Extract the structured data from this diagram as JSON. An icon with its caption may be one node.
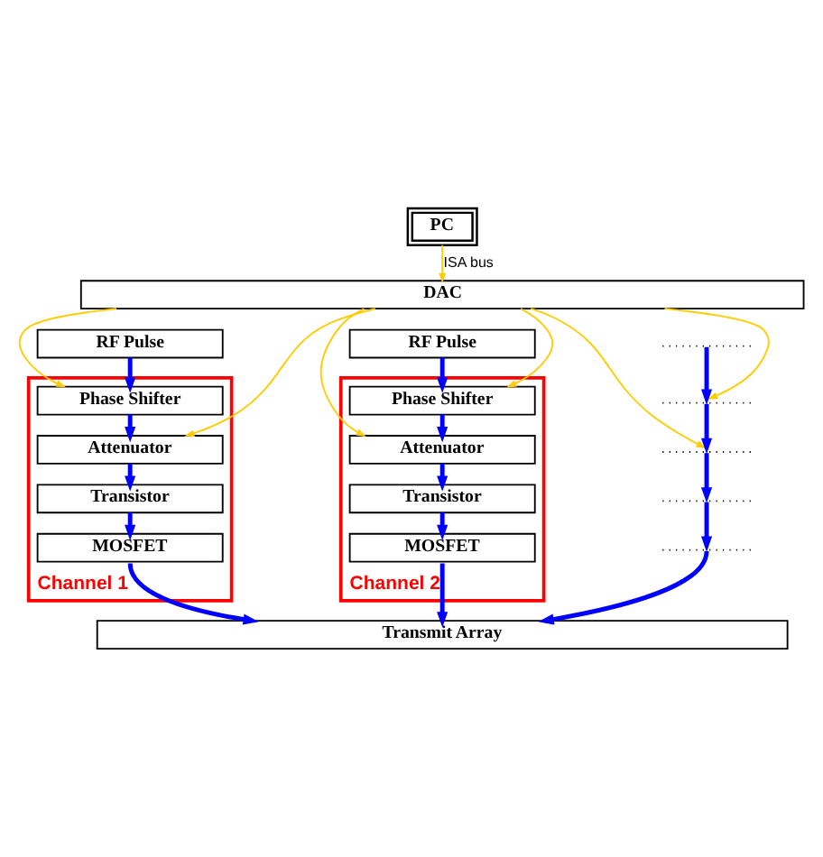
{
  "diagram": {
    "nodes": [
      {
        "text": [
          "PC"
        ]
      },
      {
        "text": [
          "DAC"
        ]
      },
      {
        "text": [
          "RF Pulse"
        ]
      },
      {
        "text": [
          "Channel 1"
        ]
      },
      {
        "text": [
          "Phase Shifter"
        ],
        "in": 3
      },
      {
        "text": [
          "Attenuator"
        ],
        "in": 3
      },
      {
        "text": [
          "Transistor"
        ],
        "in": 3
      },
      {
        "text": [
          "MOSFET"
        ],
        "in": 3
      },
      {
        "text": [
          "RF Pulse"
        ]
      },
      {
        "text": [
          "Channel 2"
        ]
      },
      {
        "text": [
          "Phase Shifter"
        ],
        "in": 9
      },
      {
        "text": [
          "Attenuator"
        ],
        "in": 9
      },
      {
        "text": [
          "Transistor"
        ],
        "in": 9
      },
      {
        "text": [
          "MOSFET"
        ],
        "in": 9
      },
      {
        "text": [],
        "shape": "line"
      },
      {
        "text": [],
        "shape": "line"
      },
      {
        "text": [],
        "shape": "line"
      },
      {
        "text": [],
        "shape": "line"
      },
      {
        "text": [],
        "shape": "line"
      },
      {
        "text": [
          "Transmit Array"
        ]
      }
    ],
    "edges": [
      {
        "from": 0,
        "to": 1,
        "arrow": "to",
        "label": "ISA bus",
        "color": "#ffcc00"
      },
      {
        "from": 1,
        "to": 4,
        "arrow": "to",
        "color": "#ffcc00"
      },
      {
        "from": 1,
        "to": 5,
        "arrow": "to",
        "color": "#ffcc00"
      },
      {
        "from": 1,
        "to": 10,
        "arrow": "to",
        "color": "#ffcc00"
      },
      {
        "from": 1,
        "to": 11,
        "arrow": "to",
        "color": "#ffcc00"
      },
      {
        "from": 1,
        "to": 15,
        "arrow": "to",
        "color": "#ffcc00"
      },
      {
        "from": 1,
        "to": 16,
        "arrow": "to",
        "color": "#ffcc00"
      },
      {
        "from": 2,
        "to": 4,
        "arrow": "to"
      },
      {
        "from": 4,
        "to": 5,
        "arrow": "to"
      },
      {
        "from": 5,
        "to": 6,
        "arrow": "to"
      },
      {
        "from": 6,
        "to": 7,
        "arrow": "to"
      },
      {
        "from": 7,
        "to": 19,
        "arrow": "to"
      },
      {
        "from": 8,
        "to": 10,
        "arrow": "to"
      },
      {
        "from": 10,
        "to": 11,
        "arrow": "to"
      },
      {
        "from": 11,
        "to": 12,
        "arrow": "to"
      },
      {
        "from": 12,
        "to": 13,
        "arrow": "to"
      },
      {
        "from": 13,
        "to": 19,
        "arrow": "to"
      },
      {
        "from": 14,
        "to": 15,
        "arrow": "to"
      },
      {
        "from": 15,
        "to": 16,
        "arrow": "to"
      },
      {
        "from": 16,
        "to": 17,
        "arrow": "to"
      },
      {
        "from": 17,
        "to": 18,
        "arrow": "to"
      },
      {
        "from": 18,
        "to": 19,
        "arrow": "to"
      }
    ]
  }
}
